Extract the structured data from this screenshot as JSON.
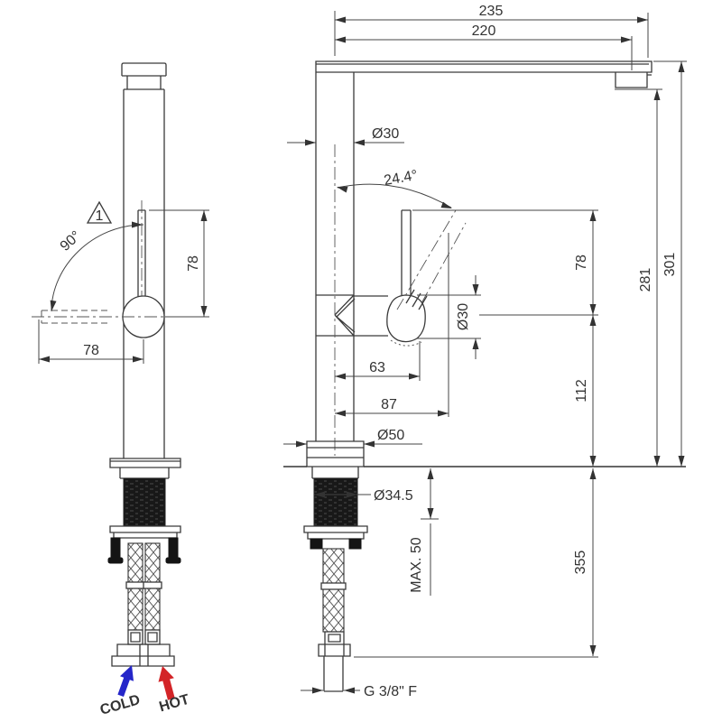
{
  "colors": {
    "cold": "#2526c9",
    "hot": "#d32427"
  },
  "side_view": {
    "warning_callout": "1",
    "handle_rotation_angle": "90°",
    "lever_height": "78",
    "handle_offset": "78",
    "cold_label": "COLD",
    "hot_label": "HOT"
  },
  "front_view": {
    "overall_reach": "235",
    "spout_reach": "220",
    "column_diameter": "Ø30",
    "swivel_angle": "24.4°",
    "lever_height": "78",
    "handle_diameter": "Ø30",
    "outlet_height": "281",
    "overall_height": "301",
    "handle_offset_63": "63",
    "handle_offset_87": "87",
    "body_height": "112",
    "base_diameter": "Ø50",
    "shank_diameter": "Ø34.5",
    "max_counter_thickness": "MAX. 50",
    "hose_length": "355",
    "connection_thread": "G 3/8\" F"
  }
}
